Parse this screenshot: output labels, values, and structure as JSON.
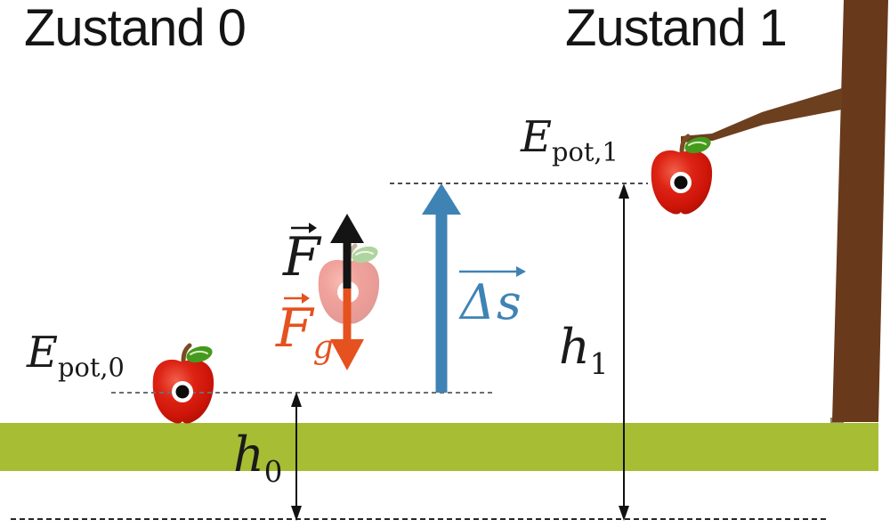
{
  "titles": {
    "state0": "Zustand 0",
    "state1": "Zustand 1"
  },
  "labels": {
    "epot0": {
      "base": "E",
      "sub": "pot,0"
    },
    "epot1": {
      "base": "E",
      "sub": "pot,1"
    },
    "h0": {
      "base": "h",
      "sub": "0"
    },
    "h1": {
      "base": "h",
      "sub": "1"
    },
    "force": {
      "base": "F"
    },
    "gravity_force": {
      "base": "F",
      "sub": "g"
    },
    "displacement": {
      "base": "Δs"
    }
  },
  "icons": {
    "force_arrow": "black-up-arrow",
    "gravity_arrow": "orange-down-arrow",
    "displacement_arrow": "blue-up-arrow",
    "h0_arrow": "double-headed-vertical-arrow",
    "h1_arrow": "double-headed-vertical-arrow",
    "vector_hat": "right-arrow-overline"
  },
  "colors": {
    "text": "#1a1a1a",
    "displacement_blue": "#3F83B5",
    "gravity_orange": "#E5511F",
    "force_black": "#141414",
    "ground_green": "#A7BD33",
    "trunk_brown": "#68391B",
    "branch_brown": "#6C3F1F",
    "apple_red": "#D2150B",
    "leaf_green": "#459A1D",
    "dash_gray": "#5c5c5c"
  }
}
